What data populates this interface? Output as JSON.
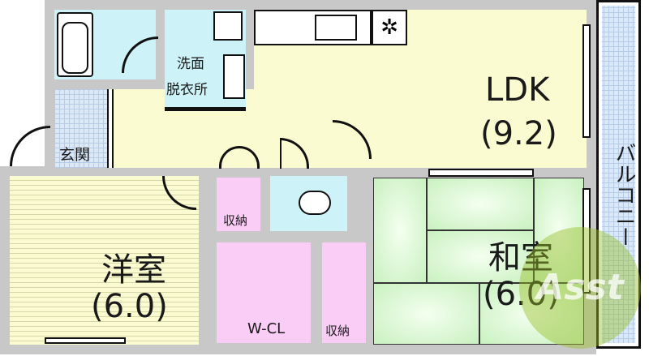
{
  "rooms": {
    "ldk": {
      "name": "LDK",
      "size": "(9.2)"
    },
    "washroom": {
      "line1": "洗面",
      "line2": "脱衣所"
    },
    "entrance": {
      "name": "玄関"
    },
    "western": {
      "name": "洋室",
      "size": "(6.0)"
    },
    "japanese": {
      "name": "和室",
      "size": "(6.0)"
    },
    "storage1": {
      "name": "収納"
    },
    "storage2": {
      "name": "収納"
    },
    "walkin": {
      "name": "W-CL"
    },
    "balcony": {
      "name": "バルコニー"
    }
  },
  "watermark": {
    "text": "Asst"
  },
  "colors": {
    "wall": "#c8c8c8",
    "wet": "#cdf3f8",
    "ldk": "#fbfbd2",
    "storage": "#f9cdf5",
    "tatami": "#c9f1c0"
  }
}
